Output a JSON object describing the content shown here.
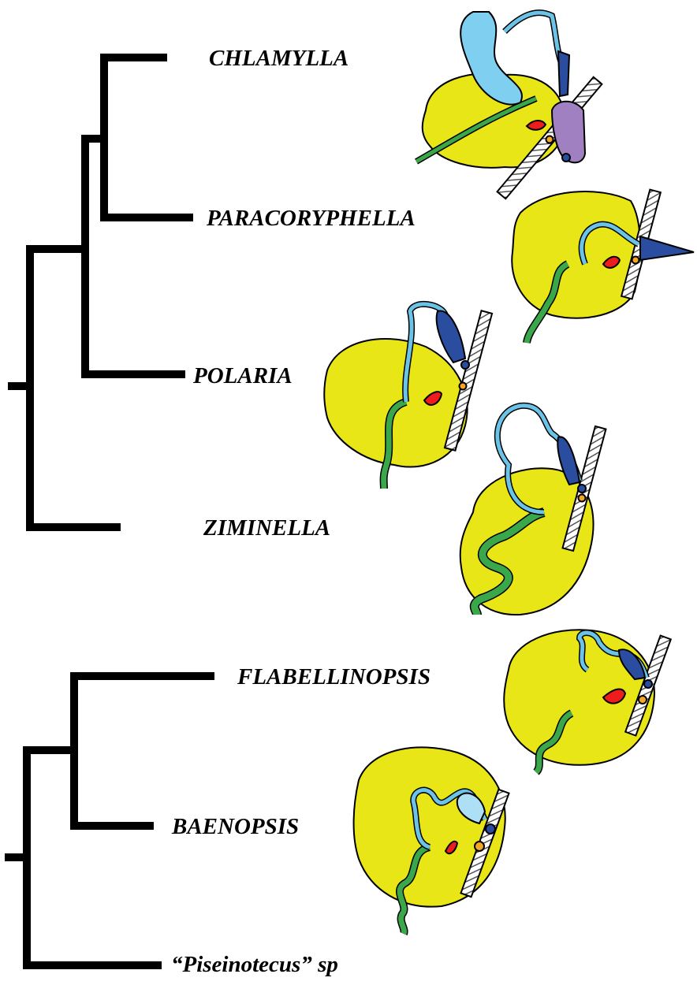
{
  "taxa": [
    {
      "id": "chlamylla",
      "label": "CHLAMYLLA"
    },
    {
      "id": "paracoryphella",
      "label": "PARACORYPHELLA"
    },
    {
      "id": "polaria",
      "label": "POLARIA"
    },
    {
      "id": "ziminella",
      "label": "ZIMINELLA"
    },
    {
      "id": "flabellinopsis",
      "label": "FLABELLINOPSIS"
    },
    {
      "id": "baenopsis",
      "label": "BAENOPSIS"
    },
    {
      "id": "piseinotecus",
      "label": "“Piseinotecus” sp"
    }
  ],
  "colors": {
    "tree_line": "#000000",
    "body": "#e8e617",
    "duct": "#6cc3e8",
    "ampulla": "#7fd0f0",
    "penis": "#2a4da0",
    "penis_light": "#aee0f5",
    "prostate": "#a080c0",
    "green_gland": "#3aa84a",
    "red_gland": "#ee1c1c",
    "orange_gland": "#f5a623",
    "hatched_wall": "#9a9a9a"
  },
  "icons": [
    "reproductive-system-drawing"
  ]
}
